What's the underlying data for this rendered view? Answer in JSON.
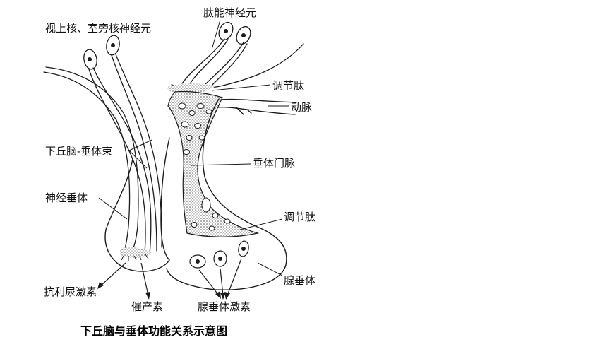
{
  "labels": {
    "hypothalamic_nuclei": "视上核、室旁核神经元",
    "peptidergic_neurons": "肽能神经元",
    "regulatory_peptide_top": "调节肽",
    "artery": "动脉",
    "hypothalamo_hypophyseal_tract": "下丘脑-垂体束",
    "portal_vein": "垂体门脉",
    "neurohypophysis": "神经垂体",
    "regulatory_peptide_bottom": "调节肽",
    "adenohypophysis": "腺垂体",
    "antidiuretic_hormone": "抗利尿激素",
    "oxytocin": "催产素",
    "pituitary_hormones": "腺垂体激素"
  },
  "caption": "下丘脑与垂体功能关系示意图",
  "colors": {
    "stroke": "#1a1a1a",
    "stipple": "#555555"
  }
}
